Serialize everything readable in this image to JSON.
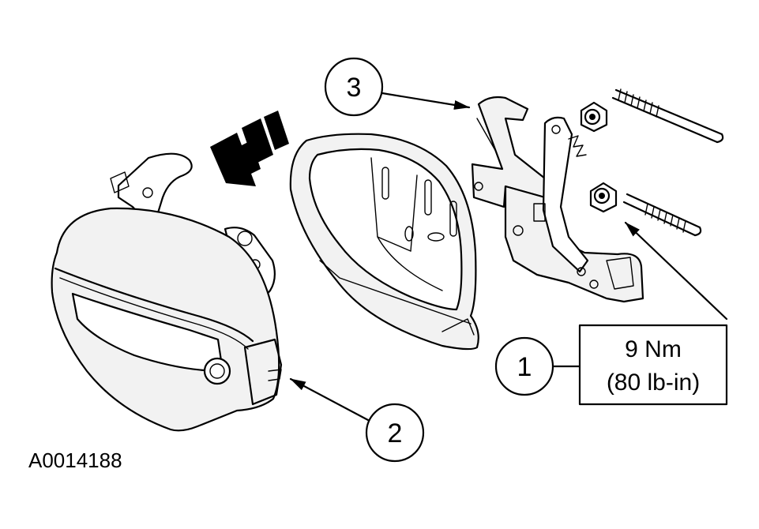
{
  "figure_id": "A0014188",
  "callouts": [
    {
      "number": "1"
    },
    {
      "number": "2"
    },
    {
      "number": "3"
    }
  ],
  "torque_spec": {
    "metric": "9 Nm",
    "imperial": "(80 lb-in)"
  },
  "icons": {
    "direction_arrow": "removal-direction-arrow-icon"
  }
}
